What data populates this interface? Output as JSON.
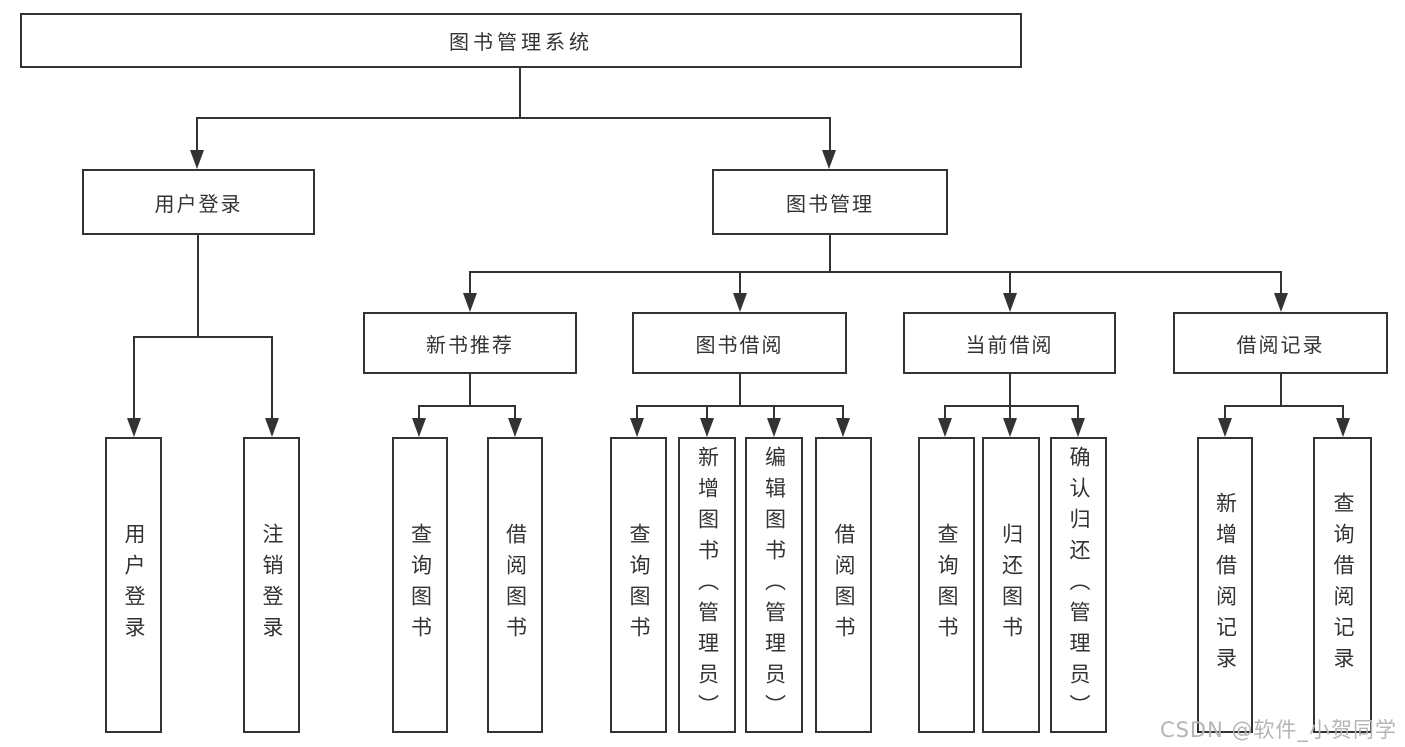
{
  "diagram_type": "hierarchy-tree",
  "colors": {
    "line": "#333333",
    "box_border": "#333333",
    "text": "#333333",
    "watermark": "#b5b5b5",
    "background": "#ffffff"
  },
  "tree": {
    "label": "图书管理系统",
    "children": [
      {
        "label": "用户登录",
        "children": [
          {
            "label": "用户登录"
          },
          {
            "label": "注销登录"
          }
        ]
      },
      {
        "label": "图书管理",
        "children": [
          {
            "label": "新书推荐",
            "children": [
              {
                "label": "查询图书"
              },
              {
                "label": "借阅图书"
              }
            ]
          },
          {
            "label": "图书借阅",
            "children": [
              {
                "label": "查询图书"
              },
              {
                "label": "新增图书（管理员）"
              },
              {
                "label": "编辑图书（管理员）"
              },
              {
                "label": "借阅图书"
              }
            ]
          },
          {
            "label": "当前借阅",
            "children": [
              {
                "label": "查询图书"
              },
              {
                "label": "归还图书"
              },
              {
                "label": "确认归还（管理员）"
              }
            ]
          },
          {
            "label": "借阅记录",
            "children": [
              {
                "label": "新增借阅记录"
              },
              {
                "label": "查询借阅记录"
              }
            ]
          }
        ]
      }
    ]
  },
  "watermark": "CSDN @软件_小贺同学"
}
